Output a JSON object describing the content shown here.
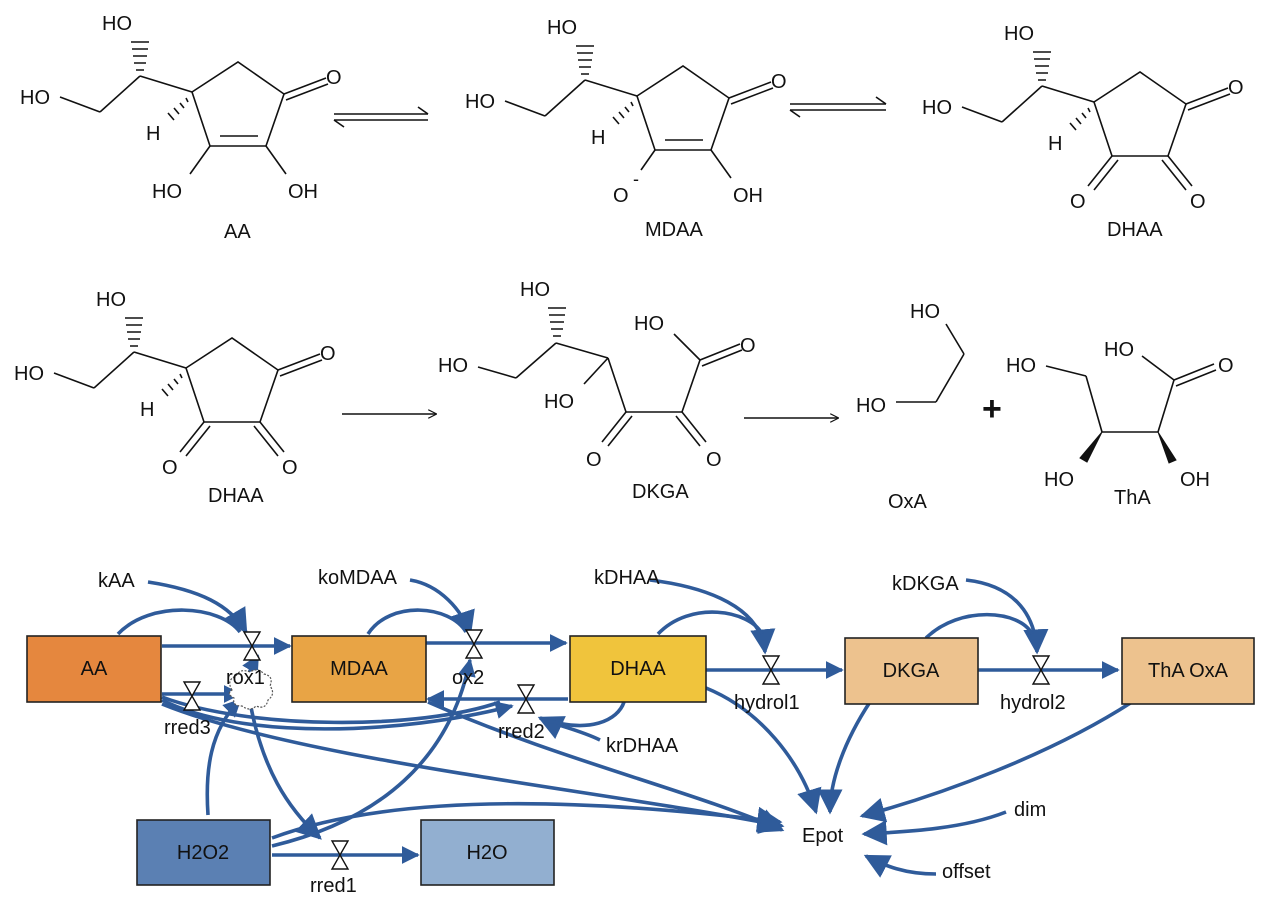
{
  "reaction_scheme": {
    "row1": {
      "molecules": [
        {
          "name": "AA",
          "atoms": [
            "HO",
            "HO",
            "H",
            "O",
            "HO",
            "OH"
          ]
        },
        {
          "name": "MDAA",
          "atoms": [
            "HO",
            "HO",
            "H",
            "O",
            "O",
            "-",
            "OH"
          ]
        },
        {
          "name": "DHAA",
          "atoms": [
            "HO",
            "HO",
            "H",
            "O",
            "O",
            "O"
          ]
        }
      ],
      "arrows": [
        "equilibrium",
        "equilibrium"
      ]
    },
    "row2": {
      "molecules": [
        {
          "name": "DHAA",
          "atoms": [
            "HO",
            "HO",
            "H",
            "O",
            "O",
            "O"
          ]
        },
        {
          "name": "DKGA",
          "atoms": [
            "HO",
            "HO",
            "HO",
            "HO",
            "O",
            "O",
            "O"
          ]
        },
        {
          "name": "OxA",
          "atoms": [
            "HO",
            "HO"
          ]
        },
        {
          "name": "ThA",
          "atoms": [
            "HO",
            "HO",
            "O",
            "HO",
            "OH"
          ]
        }
      ],
      "plus": "+",
      "arrows": [
        "forward",
        "forward"
      ]
    }
  },
  "model": {
    "colors": {
      "AA": "#e5873e",
      "MDAA": "#e8a445",
      "DHAA": "#f0c43c",
      "DKGA": "#edc28e",
      "ThA_OxA": "#edc28e",
      "H2O2": "#5b80b3",
      "H2O": "#92afd0",
      "connector": "#2f5b9a"
    },
    "stocks": [
      {
        "id": "AA",
        "label": "AA"
      },
      {
        "id": "MDAA",
        "label": "MDAA"
      },
      {
        "id": "DHAA",
        "label": "DHAA"
      },
      {
        "id": "DKGA",
        "label": "DKGA"
      },
      {
        "id": "ThA_OxA",
        "label": "ThA OxA"
      },
      {
        "id": "H2O2",
        "label": "H2O2"
      },
      {
        "id": "H2O",
        "label": "H2O"
      }
    ],
    "flows": [
      {
        "id": "rox1",
        "label": "rox1"
      },
      {
        "id": "ox2",
        "label": "ox2"
      },
      {
        "id": "hydrol1",
        "label": "hydrol1"
      },
      {
        "id": "hydrol2",
        "label": "hydrol2"
      },
      {
        "id": "rred1",
        "label": "rred1"
      },
      {
        "id": "rred2",
        "label": "rred2"
      },
      {
        "id": "rred3",
        "label": "rred3"
      }
    ],
    "parameters": [
      {
        "id": "kAA",
        "label": "kAA"
      },
      {
        "id": "koMDAA",
        "label": "koMDAA"
      },
      {
        "id": "kDHAA",
        "label": "kDHAA"
      },
      {
        "id": "kDKGA",
        "label": "kDKGA"
      },
      {
        "id": "krDHAA",
        "label": "krDHAA"
      },
      {
        "id": "dim",
        "label": "dim"
      },
      {
        "id": "offset",
        "label": "offset"
      }
    ],
    "auxiliary": {
      "id": "Epot",
      "label": "Epot"
    }
  }
}
